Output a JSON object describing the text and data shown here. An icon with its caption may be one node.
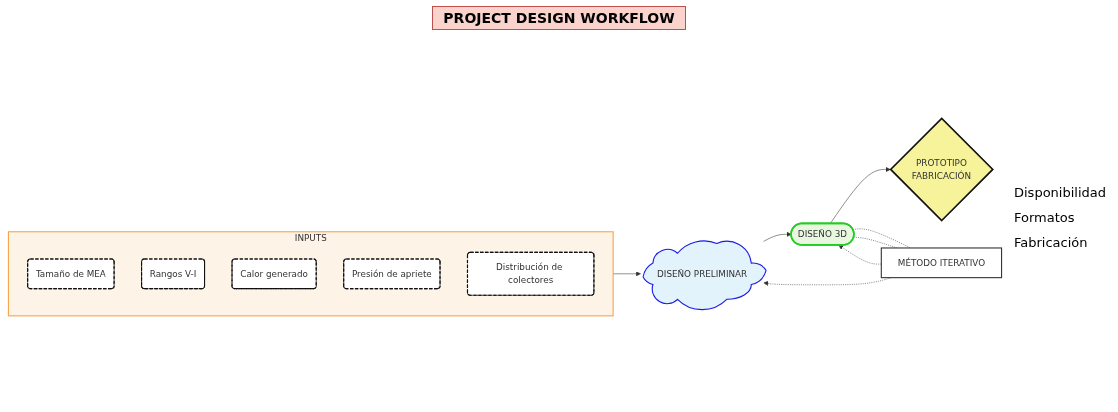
{
  "diagram": {
    "title": "PROJECT DESIGN WORKFLOW",
    "nodes": [
      {
        "text": [
          "INPUTS"
        ]
      },
      {
        "text": [
          "Tamaño de MEA"
        ],
        "in": 0
      },
      {
        "text": [
          "Rangos V-I"
        ],
        "in": 0
      },
      {
        "text": [
          "Calor generado"
        ],
        "in": 0
      },
      {
        "text": [
          "Presión de apriete"
        ],
        "in": 0
      },
      {
        "text": [
          "Distribución de colectores"
        ],
        "in": 0
      },
      {
        "text": [
          "DISEÑO PRELIMINAR"
        ]
      },
      {
        "text": [
          "DISEÑO 3D"
        ]
      },
      {
        "text": [
          "PROTOTIPO",
          "FABRICACIÓN"
        ]
      },
      {
        "text": [
          "MÉTODO ITERATIVO"
        ]
      }
    ],
    "edges": [
      {
        "from": 0,
        "to": 6,
        "arrow": "to"
      },
      {
        "from": 6,
        "to": 7,
        "arrow": "to"
      },
      {
        "from": 7,
        "to": 8,
        "arrow": "to"
      },
      {
        "from": 9,
        "to": 6,
        "arrow": "to",
        "style": "dashed"
      },
      {
        "from": 9,
        "to": 7,
        "arrow": "to",
        "style": "dashed"
      },
      {
        "from": 7,
        "to": 9,
        "arrow": "none",
        "style": "dashed"
      },
      {
        "from": 7,
        "to": 9,
        "arrow": "none",
        "style": "dashed"
      }
    ],
    "labels": [
      "Disponibilidad",
      "Formatos",
      "Fabricación"
    ]
  }
}
